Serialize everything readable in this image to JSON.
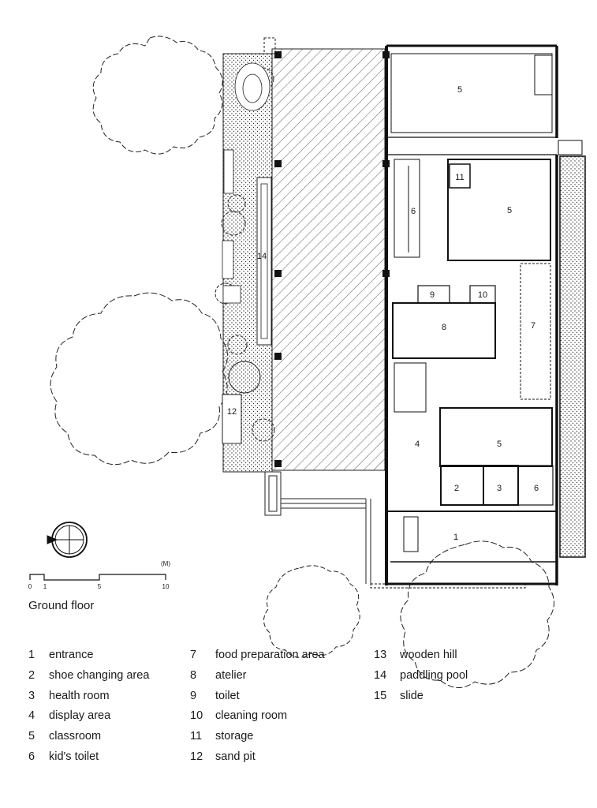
{
  "room_labels": {
    "r5a": "5",
    "r6": "6",
    "r11": "11",
    "r5b": "5",
    "r14": "14",
    "r9": "9",
    "r10": "10",
    "r8": "8",
    "r7": "7",
    "r12": "12",
    "r4": "4",
    "r5c": "5",
    "r2": "2",
    "r3": "3",
    "r6b": "6",
    "r1": "1"
  },
  "scale": {
    "unit": "(M)",
    "ticks": [
      "0",
      "1",
      "5",
      "10"
    ]
  },
  "title": "Ground floor",
  "legend": {
    "col1": [
      {
        "num": "1",
        "label": "entrance"
      },
      {
        "num": "2",
        "label": "shoe changing area"
      },
      {
        "num": "3",
        "label": "health room"
      },
      {
        "num": "4",
        "label": "display area"
      },
      {
        "num": "5",
        "label": "classroom"
      },
      {
        "num": "6",
        "label": "kid's toilet"
      }
    ],
    "col2": [
      {
        "num": "7",
        "label": "food preparation area"
      },
      {
        "num": "8",
        "label": "atelier"
      },
      {
        "num": "9",
        "label": "toilet"
      },
      {
        "num": "10",
        "label": "cleaning room"
      },
      {
        "num": "11",
        "label": "storage"
      },
      {
        "num": "12",
        "label": "sand pit"
      }
    ],
    "col3": [
      {
        "num": "13",
        "label": "wooden hill"
      },
      {
        "num": "14",
        "label": "paddling pool"
      },
      {
        "num": "15",
        "label": "slide"
      }
    ]
  }
}
